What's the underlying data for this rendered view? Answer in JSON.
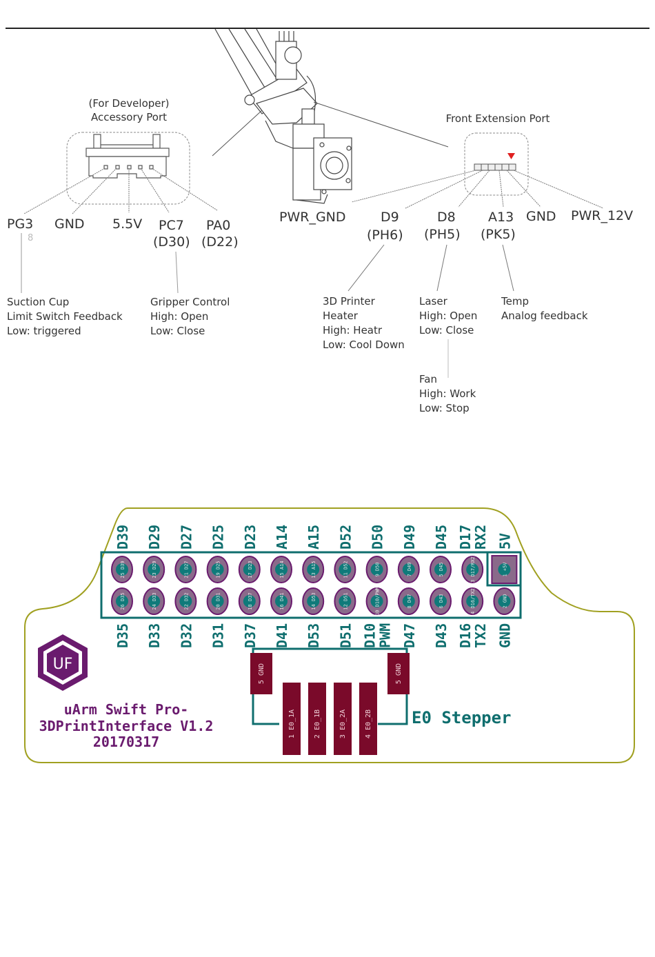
{
  "accessory_port": {
    "title_line1": "(For Developer)",
    "title_line2": "Accessory Port",
    "pins": [
      "PG3",
      "GND",
      "5.5V",
      "PC7",
      "PA0"
    ],
    "pin_alt": {
      "PC7": "(D30)",
      "PA0": "(D22)"
    },
    "pg3_mark": "8",
    "notes": {
      "suction": [
        "Suction Cup",
        "Limit Switch Feedback",
        "Low: triggered"
      ],
      "gripper": [
        "Gripper Control",
        "High: Open",
        "Low: Close"
      ]
    }
  },
  "front_port": {
    "title": "Front Extension Port",
    "pins": [
      "PWR_GND",
      "D9",
      "D8",
      "A13",
      "GND",
      "PWR_12V"
    ],
    "pin_alt": {
      "D9": "(PH6)",
      "D8": "(PH5)",
      "A13": "(PK5)"
    },
    "marker_color": "#e02020",
    "notes": {
      "heater": [
        "3D Printer",
        "Heater",
        "High: Heatr",
        "Low: Cool Down"
      ],
      "laser": [
        "Laser",
        "High: Open",
        "Low: Close"
      ],
      "fan": [
        "Fan",
        "High: Work",
        "Low: Stop"
      ],
      "temp": [
        "Temp",
        "Analog feedback"
      ]
    }
  },
  "pcb": {
    "top_labels": [
      "D39",
      "D29",
      "D27",
      "D25",
      "D23",
      "A14",
      "A15",
      "D52",
      "D50",
      "D49",
      "D45",
      "D17\nRX2",
      "5V"
    ],
    "bottom_labels": [
      "D35",
      "D33",
      "D32",
      "D31",
      "D37",
      "D41",
      "D53",
      "D51",
      "D10\nPWM",
      "D47",
      "D43",
      "D16\nTX2",
      "GND"
    ],
    "top_pins": [
      {
        "num": "25",
        "net": "D39"
      },
      {
        "num": "23",
        "net": "D29"
      },
      {
        "num": "21",
        "net": "D27"
      },
      {
        "num": "19",
        "net": "D25"
      },
      {
        "num": "17",
        "net": "D23"
      },
      {
        "num": "15",
        "net": "A14"
      },
      {
        "num": "13",
        "net": "A15"
      },
      {
        "num": "11",
        "net": "D52"
      },
      {
        "num": "9",
        "net": "D50"
      },
      {
        "num": "7",
        "net": "D49"
      },
      {
        "num": "5",
        "net": "D45"
      },
      {
        "num": "3",
        "net": "D17/RX2"
      },
      {
        "num": "1",
        "net": "+5V"
      }
    ],
    "bottom_pins": [
      {
        "num": "26",
        "net": "D35"
      },
      {
        "num": "24",
        "net": "D33"
      },
      {
        "num": "22",
        "net": "D32"
      },
      {
        "num": "20",
        "net": "D31"
      },
      {
        "num": "18",
        "net": "D37"
      },
      {
        "num": "16",
        "net": "D41"
      },
      {
        "num": "14",
        "net": "D53"
      },
      {
        "num": "12",
        "net": "D51"
      },
      {
        "num": "10",
        "net": "D10/PWM"
      },
      {
        "num": "8",
        "net": "D47"
      },
      {
        "num": "6",
        "net": "D43"
      },
      {
        "num": "4",
        "net": "D16/TX2"
      },
      {
        "num": "2",
        "net": "GND"
      }
    ],
    "logo_text": "UF",
    "board_title": [
      "uArm Swift Pro-",
      "3DPrintInterface V1.2",
      "20170317"
    ],
    "stepper_label": "E0 Stepper",
    "stepper_pads": [
      {
        "num": "5",
        "net": "GND"
      },
      {
        "num": "1",
        "net": "E0_1A"
      },
      {
        "num": "2",
        "net": "E0_1B"
      },
      {
        "num": "3",
        "net": "E0_2A"
      },
      {
        "num": "4",
        "net": "E0_2B"
      },
      {
        "num": "5",
        "net": "GND"
      }
    ],
    "colors": {
      "outline": "#a0a020",
      "silk": "#0f6e6e",
      "pad": "#8a6a8a",
      "pad_border": "#6a1b6e",
      "drill": "#0f7a7a",
      "smd": "#7a0a2a",
      "logo": "#6a1b6e"
    }
  }
}
